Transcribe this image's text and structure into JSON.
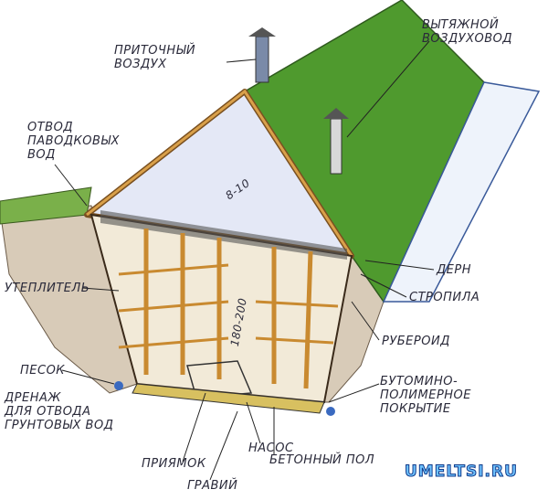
{
  "labels": {
    "supply_air": [
      "ПРИТОЧНЫЙ",
      "ВОЗДУХ"
    ],
    "exhaust_duct": [
      "ВЫТЯЖНОЙ",
      "ВОЗДУХОВОД"
    ],
    "flood_drain": [
      "ОТВОД",
      "ПАВОДКОВЫХ",
      "ВОД"
    ],
    "insulation": "УТЕПЛИТЕЛЬ",
    "turf": "ДЕРН",
    "rafters": "СТРОПИЛА",
    "roofing_felt": "РУБЕРОИД",
    "sand": "ПЕСОК",
    "groundwater_drain": [
      "ДРЕНАЖ",
      "ДЛЯ ОТВОДА",
      "ГРУНТОВЫХ ВОД"
    ],
    "bitumen_coating": [
      "БУТОМИНО-",
      "ПОЛИМЕРНОЕ",
      "ПОКРЫТИЕ"
    ],
    "pump": "НАСОС",
    "sump": "ПРИЯМОК",
    "concrete_floor": "БЕТОННЫЙ ПОЛ",
    "gravel": "ГРАВИЙ",
    "roof_angle": "8-10",
    "height": "180-200"
  },
  "watermark": "UMELTSI.RU",
  "colors": {
    "turf": "#4f9a2e",
    "wood": "#d9a04a",
    "soil": "#8a6a4a",
    "interior": "#e8ecf8"
  }
}
